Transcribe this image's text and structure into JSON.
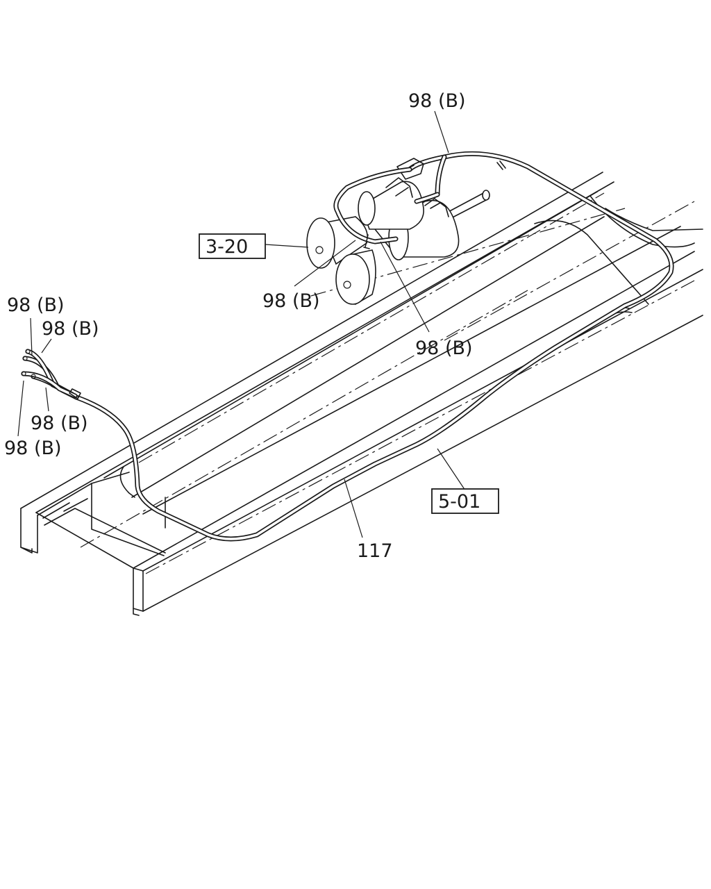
{
  "diagram": {
    "labels": {
      "top_98b": "98 (B)",
      "mid_left_98b": "98 (B)",
      "mid_right_98b": "98 (B)",
      "left_a_98b": "98 (B)",
      "left_b_98b": "98 (B)",
      "left_c_98b": "98 (B)",
      "left_d_98b": "98 (B)",
      "part_117": "117"
    },
    "refs": {
      "ref_3_20": "3-20",
      "ref_5_01": "5-01"
    }
  }
}
